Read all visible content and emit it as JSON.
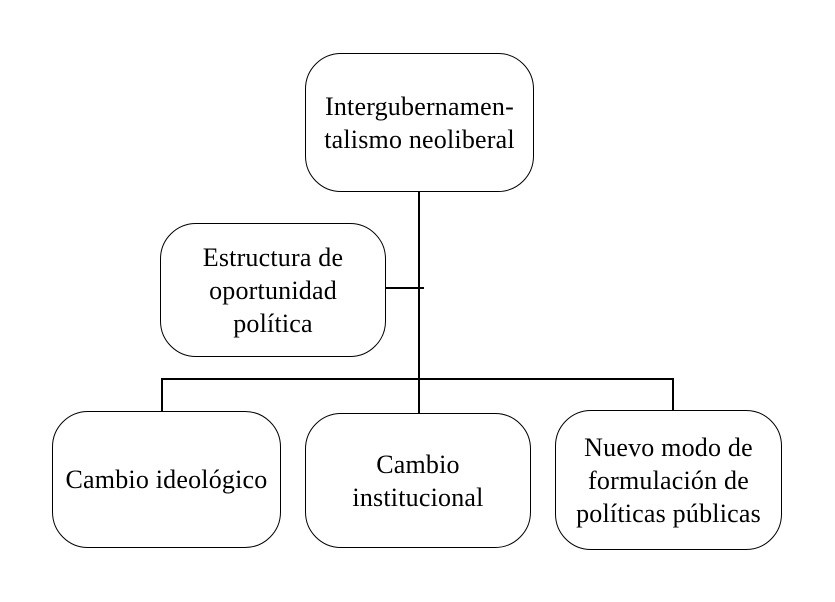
{
  "diagram": {
    "background_color": "#ffffff",
    "line_color": "#000000",
    "text_color": "#000000",
    "nodes": {
      "root": {
        "label": "Intergubernamen-\ntalismo neoliberal"
      },
      "estructura": {
        "label": "Estructura de\noportunidad\npolítica"
      },
      "ideologico": {
        "label": "Cambio ideológico"
      },
      "institucional": {
        "label": "Cambio\ninstitucional"
      },
      "nuevo": {
        "label": "Nuevo modo de\nformulación de\npolíticas públicas"
      }
    },
    "edges": [
      {
        "from": "root",
        "to": "estructura"
      },
      {
        "from": "root",
        "to": "ideologico"
      },
      {
        "from": "root",
        "to": "institucional"
      },
      {
        "from": "root",
        "to": "nuevo"
      }
    ]
  }
}
